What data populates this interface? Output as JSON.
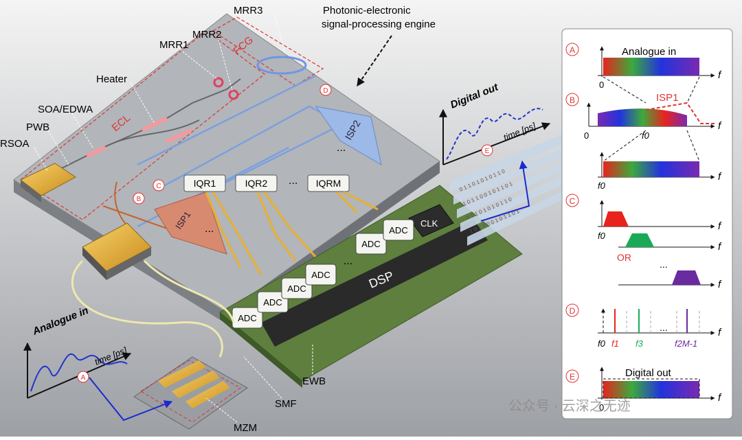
{
  "labels": {
    "mrr3": "MRR3",
    "mrr2": "MRR2",
    "mrr1": "MRR1",
    "fcg": "FCG",
    "heater": "Heater",
    "ecl": "ECL",
    "soa_edwa": "SOA/EDWA",
    "pwb": "PWB",
    "rsoa": "RSOA",
    "engine_line1": "Photonic-electronic",
    "engine_line2": "signal-processing engine",
    "isp2": "ISP2",
    "isp1": "ISP1",
    "iqr1": "IQR1",
    "iqr2": "IQR2",
    "iqrm": "IQRM",
    "adc": "ADC",
    "clk": "CLK",
    "dsp": "DSP",
    "ewb": "EWB",
    "smf": "SMF",
    "mzm": "MZM",
    "dots": "...",
    "digital_out_title": "Digital out",
    "analogue_in_title": "Analogue in",
    "time_axis": "time [ps]",
    "bits_a": "0 1 1 0 1 0 1 0 1 1 0",
    "bits_b": "1 0 1 1 0 0 1 0 1 1 0 1"
  },
  "markers": {
    "A": "A",
    "B": "B",
    "C": "C",
    "D": "D",
    "E": "E"
  },
  "panel": {
    "A": {
      "title": "Analogue in",
      "axis": "f",
      "zero": "0"
    },
    "B": {
      "label": "ISP1",
      "axis": "f",
      "zero": "0",
      "f0": "f0"
    },
    "B2": {
      "axis": "f",
      "f0": "f0"
    },
    "C": {
      "axis": "f",
      "f0": "f0",
      "or": "OR",
      "dots": "..."
    },
    "D": {
      "axis": "f",
      "f0": "f0",
      "f1": "f1",
      "f3": "f3",
      "f2m": "f2M-1",
      "dots": "..."
    },
    "E": {
      "title": "Digital out",
      "axis": "f",
      "zero": "0"
    }
  },
  "watermark": "公众号 · 云深之无迹",
  "colors": {
    "red": "#e02020",
    "blue": "#2233cc",
    "green": "#1aaa55",
    "purple": "#6a2aa0",
    "gold": "#e8b030",
    "pcb": "#5e7f3e"
  }
}
